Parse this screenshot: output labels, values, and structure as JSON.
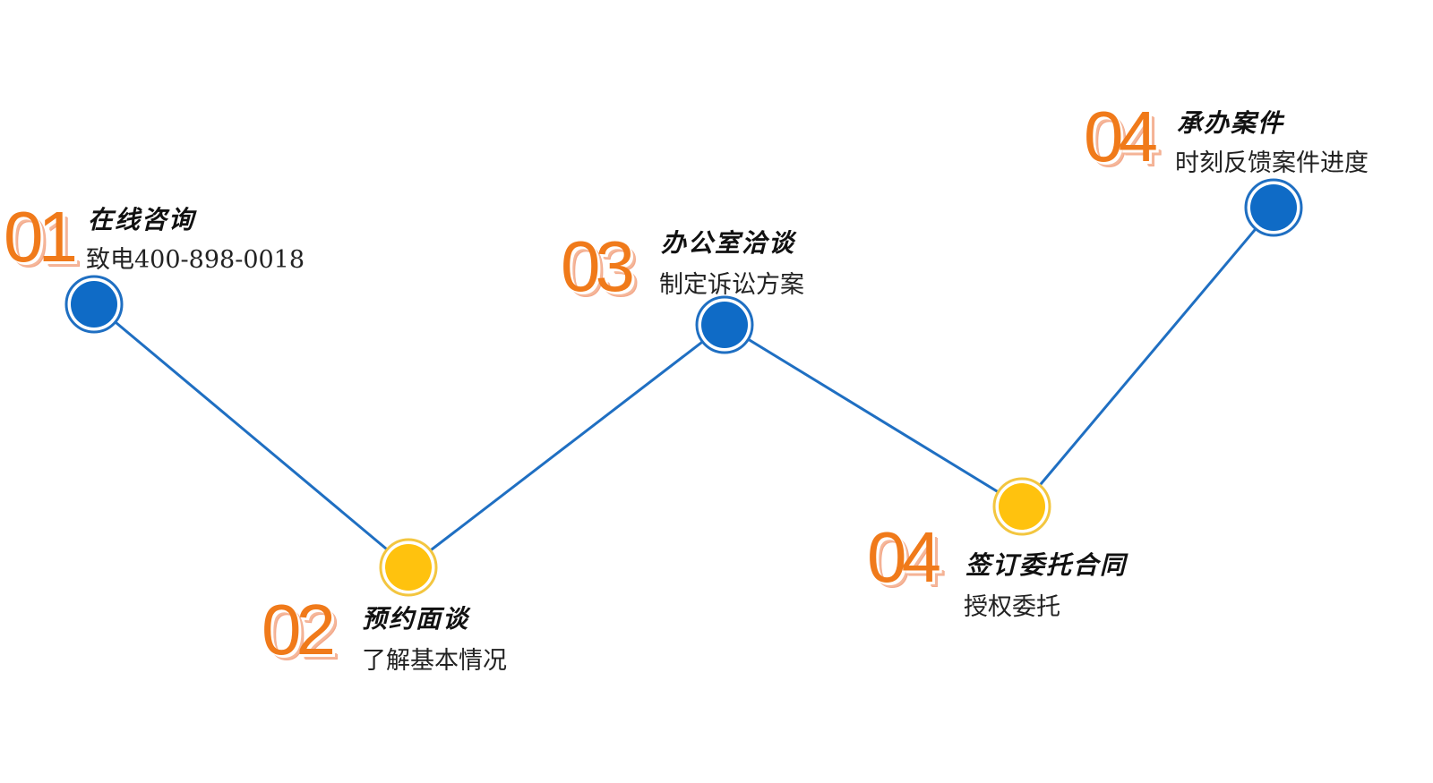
{
  "colors": {
    "line": "#1f6fc2",
    "node_blue": "#0f6bc6",
    "node_yellow": "#ffc20e",
    "ring": "#1f6fc2",
    "number": "#f07a1a"
  },
  "steps": [
    {
      "number": "01",
      "title": "在线咨询",
      "desc": "致电400-898-0018",
      "node_color": "blue"
    },
    {
      "number": "02",
      "title": "预约面谈",
      "desc": "了解基本情况",
      "node_color": "yellow"
    },
    {
      "number": "03",
      "title": "办公室洽谈",
      "desc": "制定诉讼方案",
      "node_color": "blue"
    },
    {
      "number": "04",
      "title": "签订委托合同",
      "desc": "授权委托",
      "node_color": "yellow"
    },
    {
      "number": "04",
      "title": "承办案件",
      "desc": "时刻反馈案件进度",
      "node_color": "blue"
    }
  ]
}
